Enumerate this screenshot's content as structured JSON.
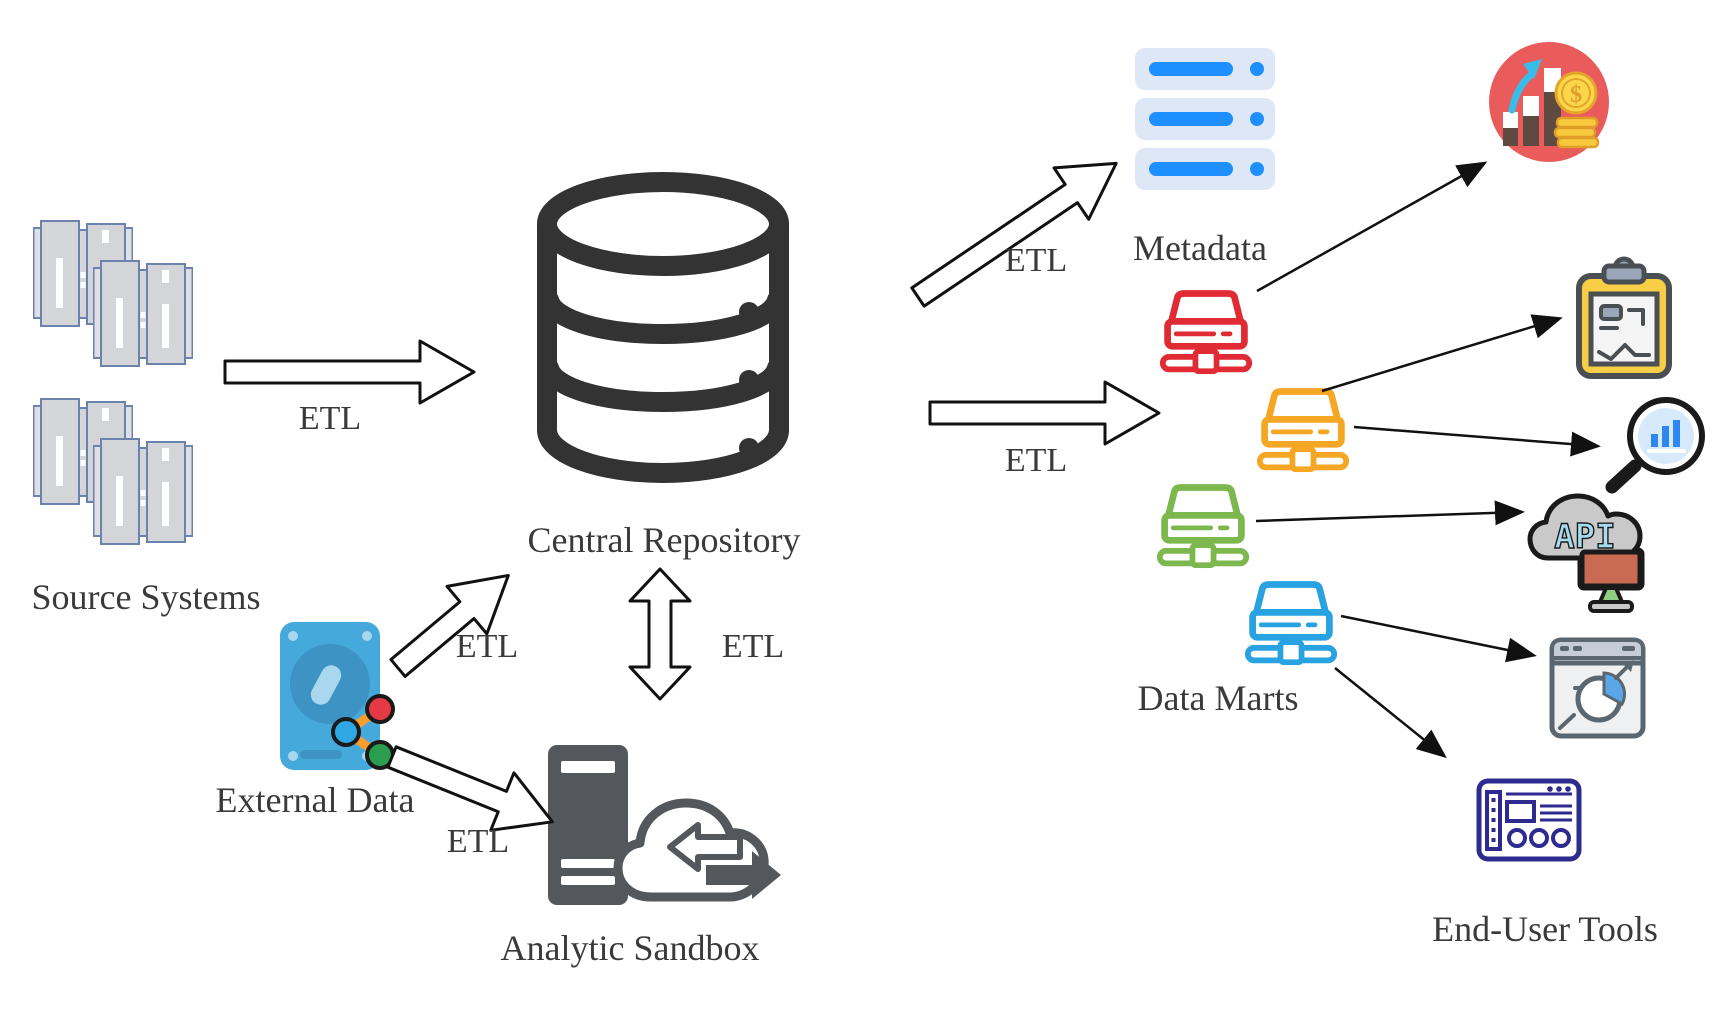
{
  "nodes": {
    "source_systems": {
      "label": "Source Systems"
    },
    "central_repository": {
      "label": "Central Repository"
    },
    "external_data": {
      "label": "External Data"
    },
    "analytic_sandbox": {
      "label": "Analytic Sandbox"
    },
    "metadata": {
      "label": "Metadata"
    },
    "data_marts": {
      "label": "Data Marts"
    },
    "end_user_tools": {
      "label": "End-User Tools"
    }
  },
  "etl_labels": [
    "ETL",
    "ETL",
    "ETL",
    "ETL",
    "ETL",
    "ETL"
  ],
  "icon_text": {
    "api": "API",
    "dollar": "$"
  },
  "colors": {
    "label_text": "#3a3a3a",
    "repository_icon": "#333333",
    "source_fill": "#d4d5d8",
    "source_border": "#6b82ad",
    "external_disk_blue": "#45a9db",
    "sandbox_gray": "#54585c",
    "metadata_bar_blue": "#1e8fff",
    "metadata_row_bg": "#dee7f5",
    "mart_red": "#e02b35",
    "mart_orange": "#f5a623",
    "mart_green": "#7cb84e",
    "mart_blue": "#28a2e0",
    "money_circle_red": "#ea5b5b",
    "clipboard_yellow": "#f7ce46",
    "api_monitor_red": "#c96a52",
    "dashboard_indigo": "#2e2a8f",
    "pie_blue": "#5aa7e8",
    "arrow_outline": "#111111"
  }
}
